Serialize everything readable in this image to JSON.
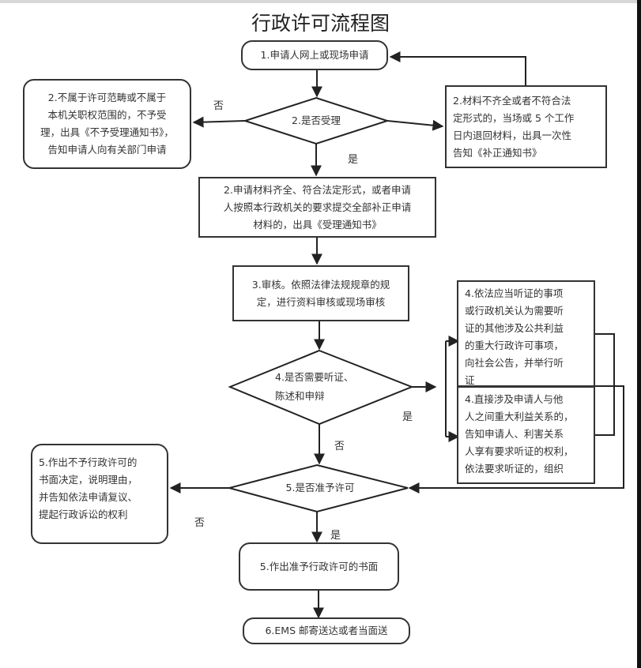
{
  "title": "行政许可流程图",
  "nodes": {
    "apply": "1.申请人网上或现场申请",
    "reject_scope": [
      "2.不属于许可范畴或不属于",
      "本机关职权范围的，不予受",
      "理，出具《不予受理通知书》，",
      "告知申请人向有关部门申请"
    ],
    "accept_decision": "2.是否受理",
    "incomplete": [
      "2.材料不齐全或者不符合法",
      "定形式的，当场或 5 个工作",
      "日内退回材料，出具一次性",
      "告知《补正通知书》"
    ],
    "accepted": [
      "2.申请材料齐全、符合法定形式，或者申请",
      "人按照本行政机关的要求提交全部补正申请",
      "材料的，出具《受理通知书》"
    ],
    "review": [
      "3.审核。依照法律法规规章的规",
      "定，进行资料审核或现场审核"
    ],
    "hearing_decision": [
      "4.是否需要听证、",
      "陈述和申辩"
    ],
    "public_hearing": [
      "4.依法应当听证的事项",
      "或行政机关认为需要听",
      "证的其他涉及公共利益",
      "的重大行政许可事项，",
      "向社会公告，并举行听",
      "证"
    ],
    "party_hearing": [
      "4.直接涉及申请人与他",
      "人之间重大利益关系的，",
      "告知申请人、利害关系",
      "人享有要求听证的权利，",
      "依法要求听证的，组织"
    ],
    "grant_decision": "5.是否准予许可",
    "deny_permit": [
      "5.作出不予行政许可的",
      "书面决定，说明理由，",
      "并告知依法申请复议、",
      "提起行政诉讼的权利"
    ],
    "grant_permit": "5.作出准予行政许可的书面",
    "delivery": "6.EMS 邮寄送达或者当面送"
  },
  "edge_labels": {
    "no_accept": "否",
    "yes_accept": "是",
    "yes_hearing": "是",
    "no_hearing": "否",
    "no_grant": "否",
    "yes_grant": "是"
  }
}
